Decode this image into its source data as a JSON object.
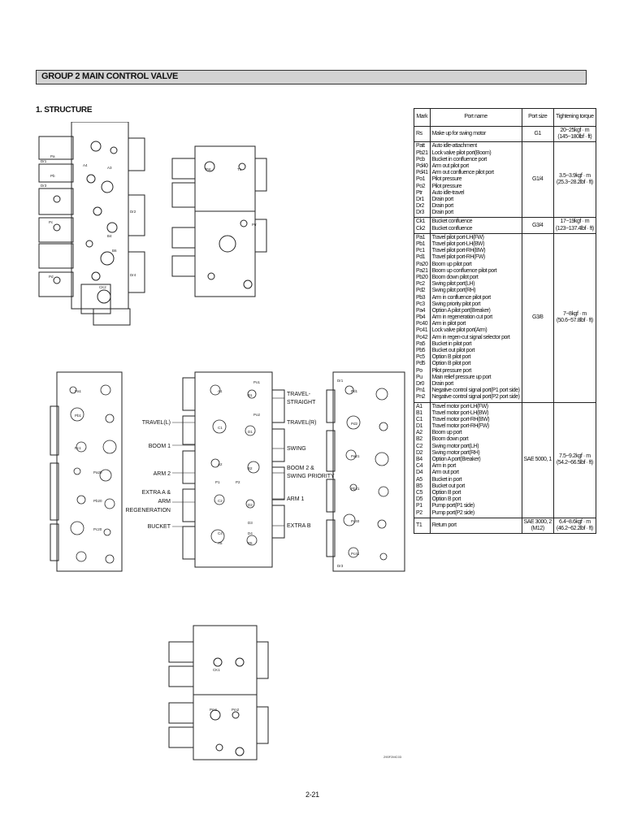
{
  "header": {
    "group_title": "GROUP  2  MAIN CONTROL VALVE"
  },
  "section": {
    "title": "1.  STRUCTURE"
  },
  "drawing": {
    "code": "290F2MC03",
    "callouts_left": [
      "TRAVEL(L)",
      "BOOM 1",
      "ARM 2",
      "EXTRA  A &",
      "ARM",
      "REGENERATION",
      "BUCKET"
    ],
    "callouts_right": [
      "TRAVEL-",
      "STRAIGHT",
      "TRAVEL(R)",
      "SWING",
      "BOOM 2 &",
      "SWING PRIORITY",
      "ARM 1",
      "EXTRA B"
    ],
    "port_labels": [
      "Pa",
      "Dr1",
      "Pb",
      "Dr3",
      "A4",
      "A3",
      "Dr2",
      "Pc",
      "B4",
      "Dr4",
      "CK2",
      "Pd",
      "T1",
      "Ptr",
      "Pst",
      "Pa1",
      "Pb1",
      "Pc1",
      "A1",
      "B1",
      "C1",
      "D1",
      "A2",
      "B2",
      "C2",
      "D2",
      "Pa20",
      "Pb20",
      "Pc20",
      "Pd1",
      "Pd2",
      "Pa21",
      "Pb21",
      "Dr1",
      "Pc40",
      "Pc41",
      "Dr3",
      "Po1",
      "Po2",
      "P1",
      "P2",
      "CK1",
      "Pm1",
      "Pm2",
      "B6",
      "D3",
      "D4",
      "C4",
      "A5",
      "B5"
    ]
  },
  "table": {
    "headers": [
      "Mark",
      "Port name",
      "Port size",
      "Tightening torque"
    ],
    "rows": [
      {
        "marks": [
          "Rs"
        ],
        "names": [
          "Make up for swing motor"
        ],
        "size": [
          "G1"
        ],
        "torque": [
          "20~25kgf · m",
          "(145~180lbf · ft)"
        ]
      },
      {
        "marks": [
          "Patt",
          "Pb21",
          "Pcb",
          "Pd40",
          "Pd41",
          "Po1",
          "Po2",
          "Ptr",
          "Dr1",
          "Dr2",
          "Dr3"
        ],
        "names": [
          "Auto idle-attachment",
          "Lock valve pilot port(Boom)",
          "Bucket in confluence port",
          "Arm out pilot port",
          "Arm out confluence pilot port",
          "Pilot pressure",
          "Pilot pressure",
          "Auto idle-travel",
          "Drain port",
          "Drain port",
          "Drain port"
        ],
        "size": [
          "G1/4"
        ],
        "torque": [
          "3.5~3.9kgf · m",
          "(25.3~28.2lbf · ft)"
        ]
      },
      {
        "marks": [
          "Ck1",
          "Ck2"
        ],
        "names": [
          "Bucket confluence",
          "Bucket confluence"
        ],
        "size": [
          "G3/4"
        ],
        "torque": [
          "17~19kgf · m",
          "(123~137.4lbf · ft)"
        ]
      },
      {
        "marks": [
          "Pa1",
          "Pb1",
          "Pc1",
          "Pd1",
          "Pa20",
          "Pa21",
          "Pb20",
          "Pc2",
          "Pd2",
          "Pb3",
          "Pc3",
          "Pa4",
          "Pb4",
          "Pc40",
          "Pc41",
          "Pc42",
          "Pa5",
          "Pb5",
          "Pc5",
          "Pd5",
          "Po",
          "Pu",
          "Dr0",
          "Pn1",
          "Pn2"
        ],
        "names": [
          "Travel pilot port-LH(FW)",
          "Travel pilot port-LH(BW)",
          "Travel pilot port-RH(BW)",
          "Travel pilot port-RH(FW)",
          "Boom up pilot port",
          "Boom up confluence pilot port",
          "Boom down pilot port",
          "Swing pilot port(LH)",
          "Swing pilot port(RH)",
          "Arm in confluence pilot port",
          "Swing priority pilot port",
          "Option A pilot port(Breaker)",
          "Arm in regeneration cut port",
          "Arm in pilot port",
          "Lock valve pilot port(Arm)",
          "Arm in regen-cut signal selector port",
          "Bucket in pilot port",
          "Bucket out pilot port",
          "Option B pilot port",
          "Option B pilot port",
          "Pilot pressure port",
          "Main relief pressure up port",
          "Drain port",
          "Negative control signal port(P1 port side)",
          "Negative control signal port(P2 port side)"
        ],
        "size": [
          "G3/8"
        ],
        "torque": [
          "7~8kgf · m",
          "(50.6~57.8lbf · ft)"
        ]
      },
      {
        "marks": [
          "A1",
          "B1",
          "C1",
          "D1",
          "A2",
          "B2",
          "C2",
          "D2",
          "B4",
          "C4",
          "D4",
          "A5",
          "B5",
          "C5",
          "D5",
          "P1",
          "P2"
        ],
        "names": [
          "Travel motor port-LH(FW)",
          "Travel motor port-LH(BW)",
          "Travel motor port-RH(BW)",
          "Travel motor port-RH(FW)",
          "Boom up port",
          "Boom down port",
          "Swing motor port(LH)",
          "Swing motor port(RH)",
          "Option A port(Breaker)",
          "Arm in port",
          "Arm out port",
          "Bucket in port",
          "Bucket out port",
          "Option B port",
          "Option B port",
          "Pump port(P1 side)",
          "Pump port(P2 side)"
        ],
        "size": [
          "SAE 5000, 1"
        ],
        "torque": [
          "7.5~9.2kgf · m",
          "(54.2~66.5lbf · ft)"
        ]
      },
      {
        "marks": [
          "T1"
        ],
        "names": [
          "Return port"
        ],
        "size": [
          "SAE 3000, 2",
          "(M12)"
        ],
        "torque": [
          "6.4~8.6kgf · m",
          "(46.2~62.2lbf · ft)"
        ]
      }
    ]
  },
  "footer": {
    "page_number": "2-21"
  }
}
